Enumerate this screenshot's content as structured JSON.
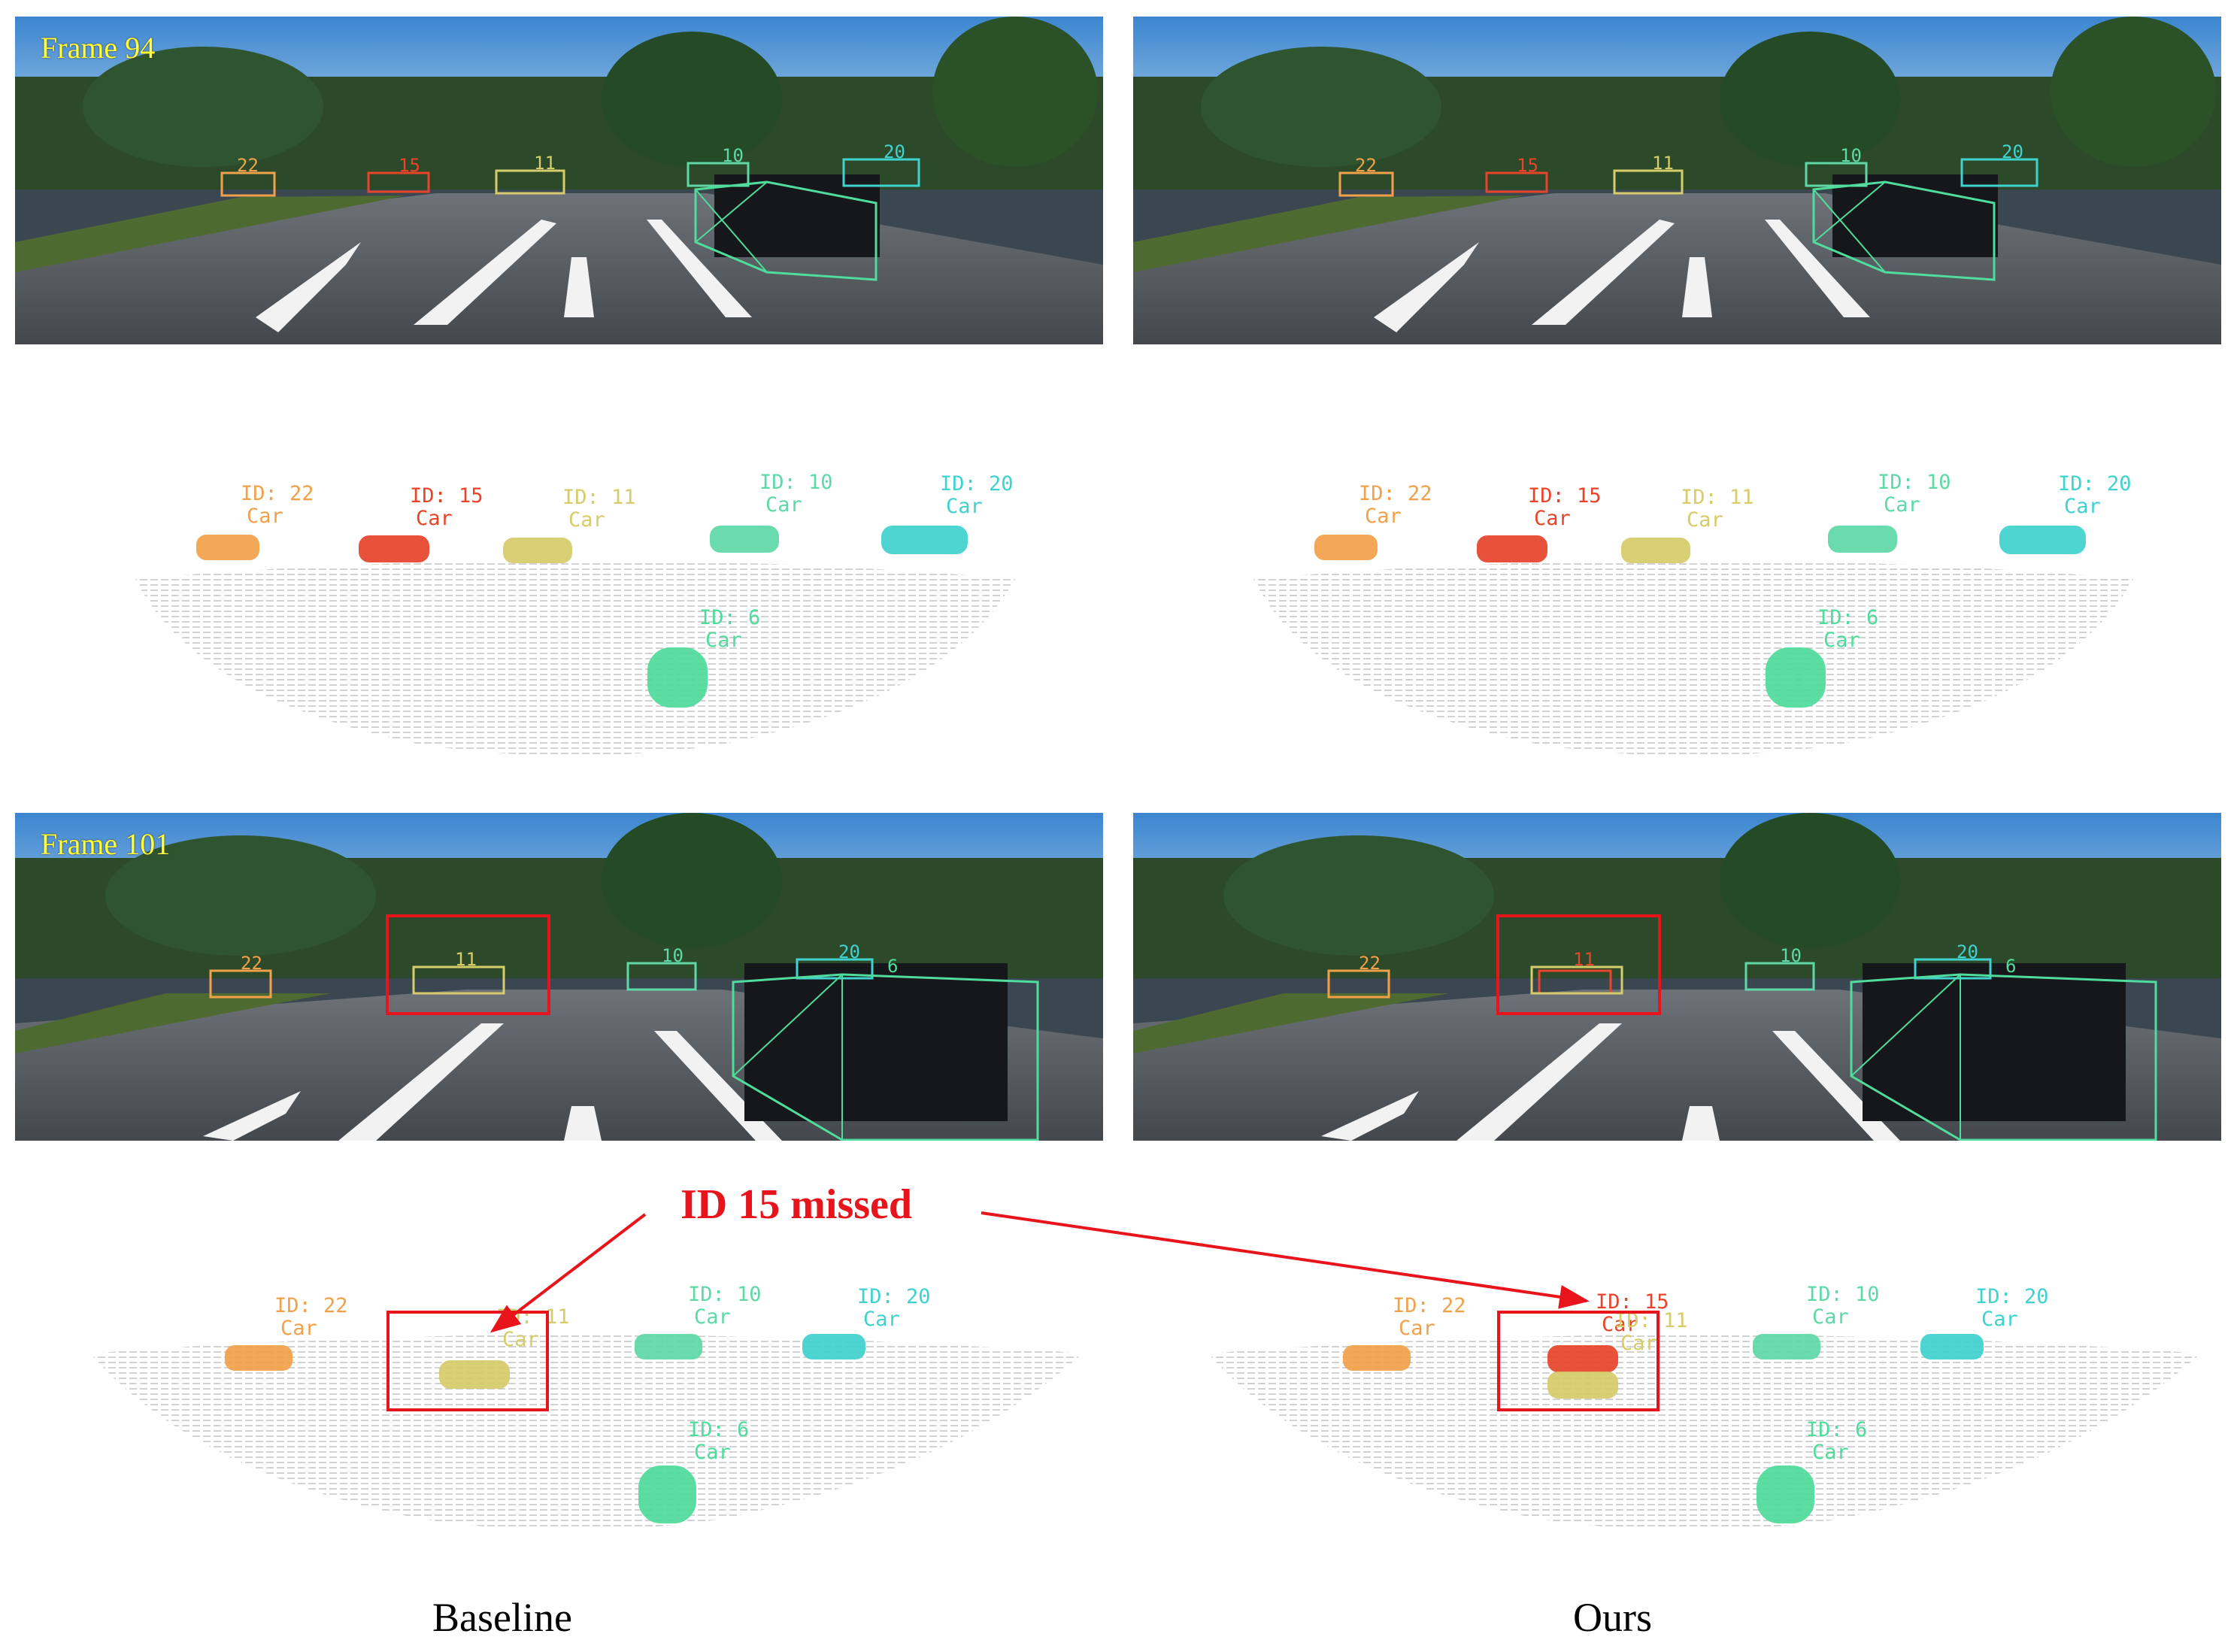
{
  "panels": {
    "frame_94_label": "Frame 94",
    "frame_101_label": "Frame 101"
  },
  "tracks": [
    {
      "id_text": "ID: 22",
      "cls": "Car",
      "num": "22",
      "color": "#f2a14a"
    },
    {
      "id_text": "ID: 15",
      "cls": "Car",
      "num": "15",
      "color": "#e8442a"
    },
    {
      "id_text": "ID: 11",
      "cls": "Car",
      "num": "11",
      "color": "#d6cc6a"
    },
    {
      "id_text": "ID: 10",
      "cls": "Car",
      "num": "10",
      "color": "#5ed9a6"
    },
    {
      "id_text": "ID: 20",
      "cls": "Car",
      "num": "20",
      "color": "#3fd2cf"
    },
    {
      "id_text": "ID: 6",
      "cls": "Car",
      "num": "6",
      "color": "#4fdc9c"
    }
  ],
  "annotation": {
    "text": "ID 15 missed",
    "color": "#e8141c"
  },
  "captions": {
    "left": "Baseline",
    "right": "Ours"
  }
}
